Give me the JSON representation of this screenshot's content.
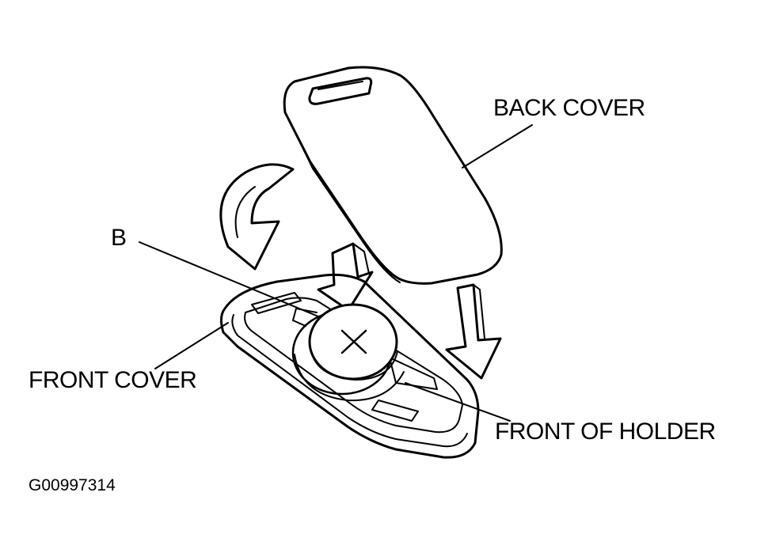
{
  "labels": {
    "back_cover": "BACK COVER",
    "b": "B",
    "front_cover": "FRONT COVER",
    "front_of_holder": "FRONT OF HOLDER",
    "figure_code": "G00997314"
  },
  "colors": {
    "ink": "#000000",
    "paper": "#ffffff"
  }
}
